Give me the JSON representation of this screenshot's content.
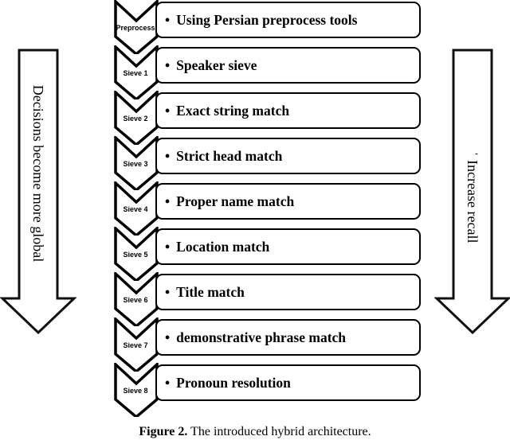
{
  "figure": {
    "caption_label": "Figure 2.",
    "caption_text": " The introduced hybrid architecture."
  },
  "left_arrow": {
    "name": "decisions-arrow",
    "label": "Decisions become more global",
    "direction": "down",
    "color": "#000000"
  },
  "right_arrow": {
    "name": "recall-arrow",
    "label": "ˈ Increase recall",
    "direction": "down",
    "color": "#000000"
  },
  "flow": {
    "rows": [
      {
        "stage": "Preprocess",
        "text": "Using Persian preprocess tools"
      },
      {
        "stage": "Sieve 1",
        "text": "Speaker sieve"
      },
      {
        "stage": "Sieve 2",
        "text": "Exact string match"
      },
      {
        "stage": "Sieve 3",
        "text": "Strict head match"
      },
      {
        "stage": "Sieve 4",
        "text": "Proper name match"
      },
      {
        "stage": "Sieve 5",
        "text": "Location match"
      },
      {
        "stage": "Sieve 6",
        "text": "Title match"
      },
      {
        "stage": "Sieve 7",
        "text": "demonstrative phrase match"
      },
      {
        "stage": "Sieve 8",
        "text": "Pronoun resolution"
      }
    ],
    "bullet_glyph": "•"
  }
}
